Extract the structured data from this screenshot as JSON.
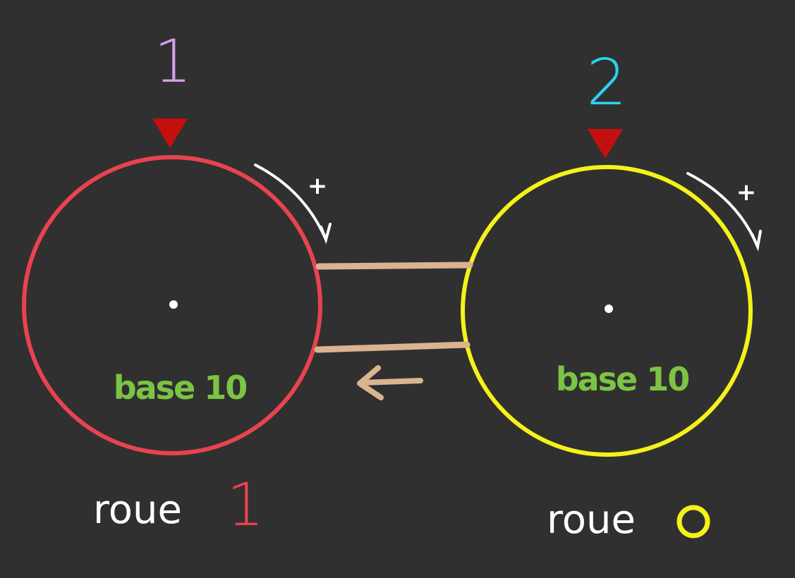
{
  "colors": {
    "background": "#303030",
    "left_wheel": "#e8434f",
    "right_wheel": "#f5f21a",
    "pointer": "#c40f0f",
    "label_left_digit": "#d59ee8",
    "label_right_digit": "#2ad4f0",
    "base_text": "#7cc444",
    "link": "#d9b48e",
    "plus_arc": "#ffffff",
    "wheel_name": "#ffffff"
  },
  "wheels": [
    {
      "top_digit": "1",
      "base_label": "base 10",
      "name_word": "roue",
      "name_digit": "1"
    },
    {
      "top_digit": "2",
      "base_label": "base 10",
      "name_word": "roue",
      "name_digit": "0"
    }
  ],
  "rotation_sign": "+",
  "link_arrow": "←"
}
